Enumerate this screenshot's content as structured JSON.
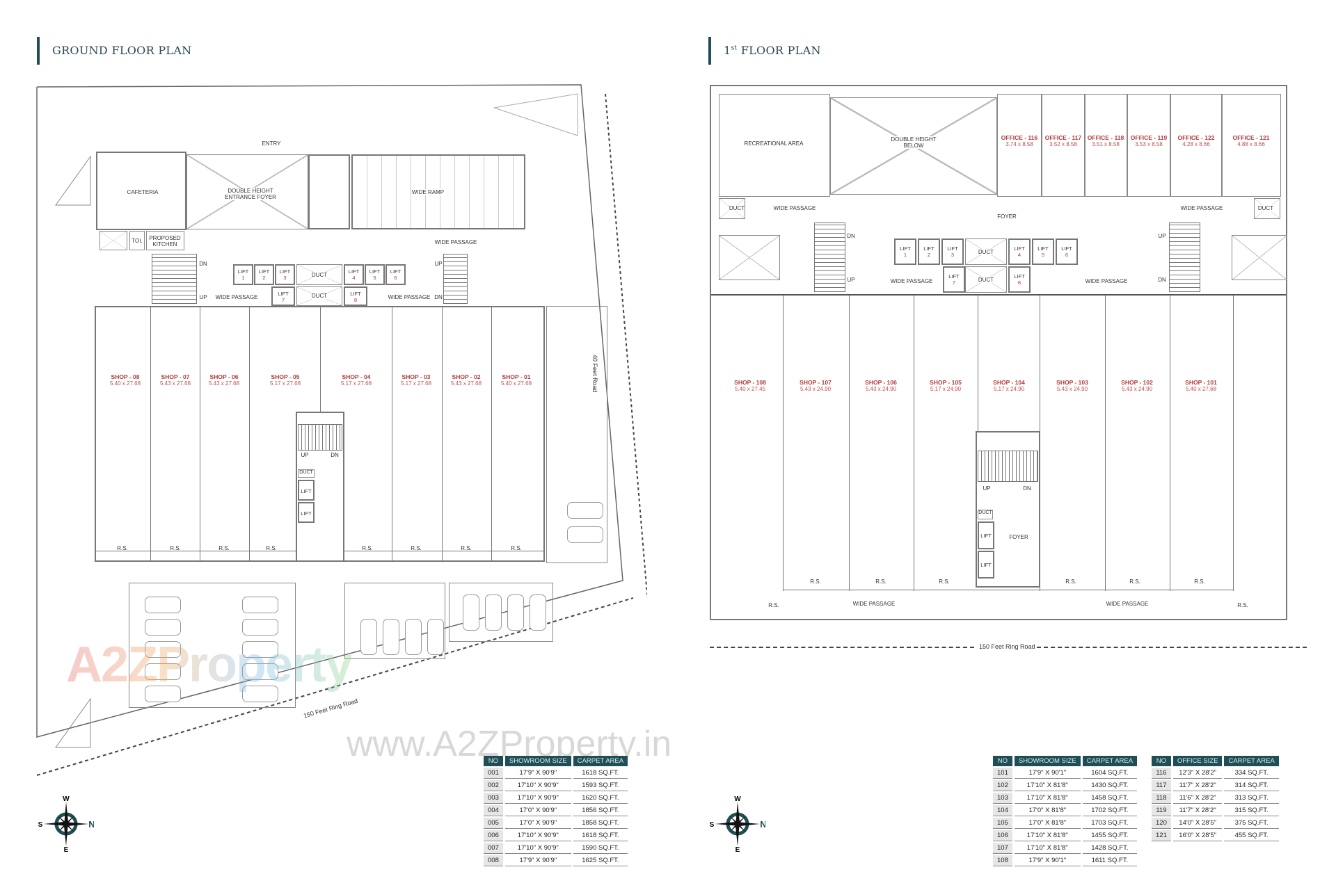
{
  "ground_floor": {
    "title": "GROUND FLOOR PLAN",
    "labels": {
      "entry": "ENTRY",
      "cafeteria": "CAFETERIA",
      "foyer": "DOUBLE HEIGHT\nENTRANCE FOYER",
      "ramp": "WIDE RAMP",
      "toilet": "TOI.",
      "kitchen": "PROPOSED\nKITCHEN",
      "wide_passage": "WIDE PASSAGE",
      "duct": "DUCT",
      "up": "UP",
      "dn": "DN",
      "lift": "LIFT",
      "rs": "R.S."
    },
    "lifts": [
      "1",
      "2",
      "3",
      "4",
      "5",
      "6",
      "7",
      "8"
    ],
    "shops": [
      {
        "name": "SHOP - 08",
        "dims": "5.40 x 27.68"
      },
      {
        "name": "SHOP - 07",
        "dims": "5.43 x 27.68"
      },
      {
        "name": "SHOP - 06",
        "dims": "5.43 x 27.68"
      },
      {
        "name": "SHOP - 05",
        "dims": "5.17 x 27.68"
      },
      {
        "name": "SHOP - 04",
        "dims": "5.17 x 27.68"
      },
      {
        "name": "SHOP - 03",
        "dims": "5.17 x 27.68"
      },
      {
        "name": "SHOP - 02",
        "dims": "5.43 x 27.68"
      },
      {
        "name": "SHOP - 01",
        "dims": "5.40 x 27.68"
      }
    ],
    "roads": {
      "side": "40 Feet Road",
      "front": "150 Feet Ring Road"
    },
    "table": {
      "headers": [
        "NO",
        "SHOWROOM SIZE",
        "CARPET AREA"
      ],
      "rows": [
        [
          "001",
          "17'9\" X 90'9\"",
          "1618 SQ.FT."
        ],
        [
          "002",
          "17'10\" X 90'9\"",
          "1593 SQ.FT."
        ],
        [
          "003",
          "17'10\" X 90'9\"",
          "1620 SQ.FT."
        ],
        [
          "004",
          "17'0\" X 90'9\"",
          "1856 SQ.FT."
        ],
        [
          "005",
          "17'0\" X 90'9\"",
          "1858 SQ.FT."
        ],
        [
          "006",
          "17'10\" X 90'9\"",
          "1618 SQ.FT."
        ],
        [
          "007",
          "17'10\" X 90'9\"",
          "1590 SQ.FT."
        ],
        [
          "008",
          "17'9\" X 90'9\"",
          "1625 SQ.FT."
        ]
      ]
    }
  },
  "first_floor": {
    "title_prefix": "1",
    "title_sup": "st",
    "title_rest": " FLOOR PLAN",
    "labels": {
      "recreational": "RECREATIONAL AREA",
      "double_height": "DOUBLE HEIGHT\nBELOW",
      "duct": "DUCT",
      "wide_passage": "WIDE PASSAGE",
      "foyer": "FOYER",
      "up": "UP",
      "dn": "DN",
      "lift": "LIFT",
      "rs": "R.S."
    },
    "lifts": [
      "1",
      "2",
      "3",
      "4",
      "5",
      "6",
      "7",
      "8"
    ],
    "offices": [
      {
        "name": "OFFICE - 116",
        "dims": "3.74 x 8.58"
      },
      {
        "name": "OFFICE - 117",
        "dims": "3.52 x 8.58"
      },
      {
        "name": "OFFICE - 118",
        "dims": "3.51 x 8.58"
      },
      {
        "name": "OFFICE - 119",
        "dims": "3.53 x 8.58"
      },
      {
        "name": "OFFICE - 122",
        "dims": "4.28 x 8.66"
      },
      {
        "name": "OFFICE - 121",
        "dims": "4.88 x 8.66"
      }
    ],
    "shops": [
      {
        "name": "SHOP - 108",
        "dims": "5.40 x 27.45"
      },
      {
        "name": "SHOP - 107",
        "dims": "5.43 x 24.90"
      },
      {
        "name": "SHOP - 106",
        "dims": "5.43 x 24.90"
      },
      {
        "name": "SHOP - 105",
        "dims": "5.17 x 24.90"
      },
      {
        "name": "SHOP - 104",
        "dims": "5.17 x 24.90"
      },
      {
        "name": "SHOP - 103",
        "dims": "5.43 x 24.90"
      },
      {
        "name": "SHOP - 102",
        "dims": "5.43 x 24.90"
      },
      {
        "name": "SHOP - 101",
        "dims": "5.40 x 27.68"
      }
    ],
    "road": "150 Feet Ring Road",
    "showroom_table": {
      "headers": [
        "NO",
        "SHOWROOM SIZE",
        "CARPET AREA"
      ],
      "rows": [
        [
          "101",
          "17'9\" X 90'1\"",
          "1604 SQ.FT."
        ],
        [
          "102",
          "17'10\" X 81'8\"",
          "1430 SQ.FT."
        ],
        [
          "103",
          "17'10\" X 81'8\"",
          "1458 SQ.FT."
        ],
        [
          "104",
          "17'0\" X 81'8\"",
          "1702 SQ.FT."
        ],
        [
          "105",
          "17'0\" X 81'8\"",
          "1703 SQ.FT."
        ],
        [
          "106",
          "17'10\" X 81'8\"",
          "1455 SQ.FT."
        ],
        [
          "107",
          "17'10\" X 81'8\"",
          "1428 SQ.FT."
        ],
        [
          "108",
          "17'9\" X 90'1\"",
          "1611 SQ.FT."
        ]
      ]
    },
    "office_table": {
      "headers": [
        "NO",
        "OFFICE SIZE",
        "CARPET AREA"
      ],
      "rows": [
        [
          "116",
          "12'3\" X 28'2\"",
          "334 SQ.FT."
        ],
        [
          "117",
          "11'7\" X 28'2\"",
          "314 SQ.FT."
        ],
        [
          "118",
          "11'6\" X 28'2\"",
          "313 SQ.FT."
        ],
        [
          "119",
          "11'7\" X 28'2\"",
          "315 SQ.FT."
        ],
        [
          "120",
          "14'0\" X 28'5\"",
          "375 SQ.FT."
        ],
        [
          "121",
          "16'0\" X 28'5\"",
          "455 SQ.FT."
        ]
      ]
    }
  },
  "compass": {
    "n": "N",
    "s": "S",
    "e": "E",
    "w": "W"
  },
  "watermark": {
    "logo": "A2ZProperty",
    "url": "www.A2ZProperty.in"
  },
  "colors": {
    "accent": "#1f4e55",
    "unit_label": "#b03a3a",
    "wall": "#777777"
  }
}
